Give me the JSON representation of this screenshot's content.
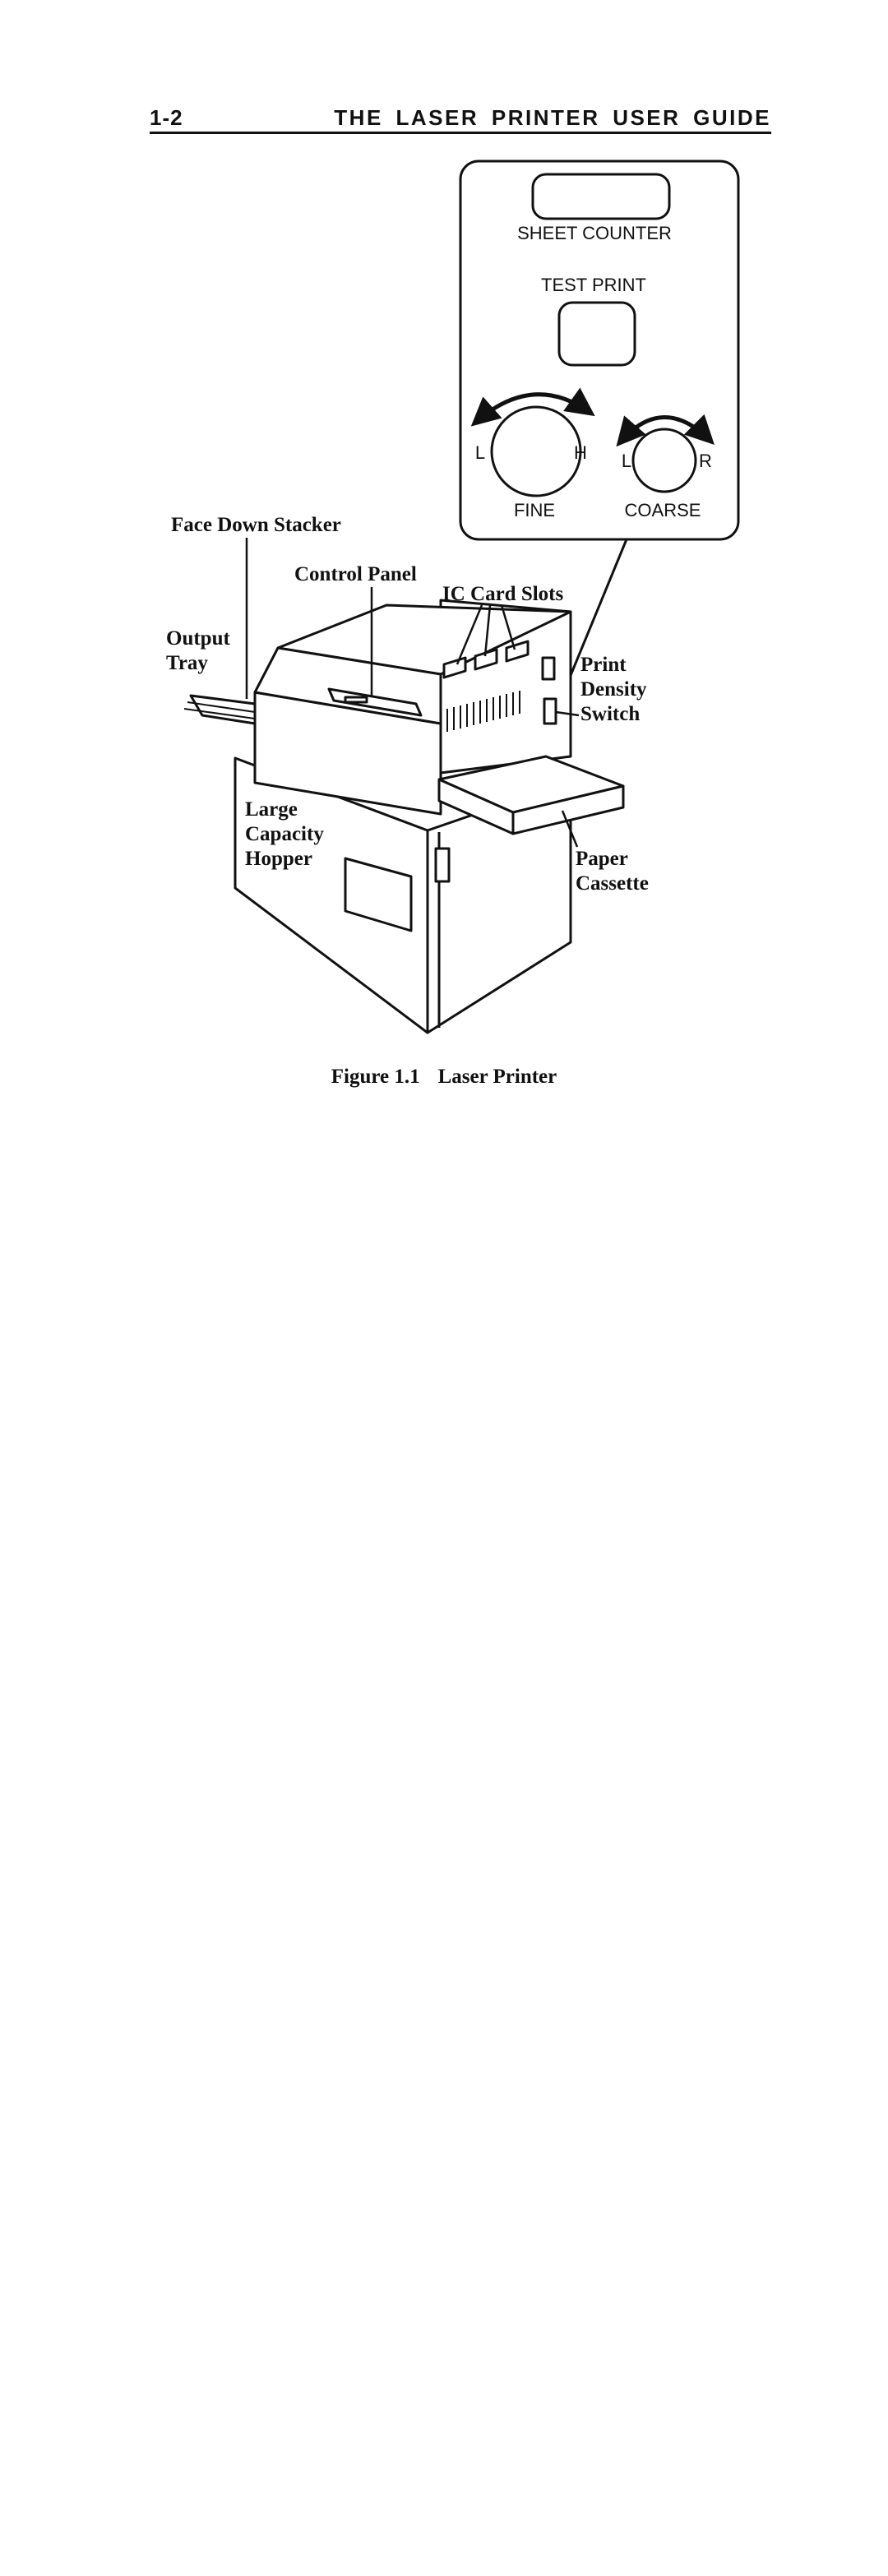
{
  "header": {
    "page_number": "1-2",
    "running_title": "THE LASER PRINTER USER GUIDE"
  },
  "control_panel_inset": {
    "sheet_counter": "SHEET COUNTER",
    "test_print": "TEST PRINT",
    "fine_dial": {
      "label": "FINE",
      "left": "L",
      "right": "H"
    },
    "coarse_dial": {
      "label": "COARSE",
      "left": "L",
      "right": "R"
    }
  },
  "callouts": {
    "face_down_stacker": "Face Down Stacker",
    "control_panel": "Control Panel",
    "ic_card_slots": "IC Card Slots",
    "output_tray": [
      "Output",
      "Tray"
    ],
    "print_density_switch": [
      "Print",
      "Density",
      "Switch"
    ],
    "large_capacity_hopper": [
      "Large",
      "Capacity",
      "Hopper"
    ],
    "paper_cassette": [
      "Paper",
      "Cassette"
    ]
  },
  "caption": {
    "figure_number": "Figure 1.1",
    "figure_title": "Laser Printer"
  }
}
